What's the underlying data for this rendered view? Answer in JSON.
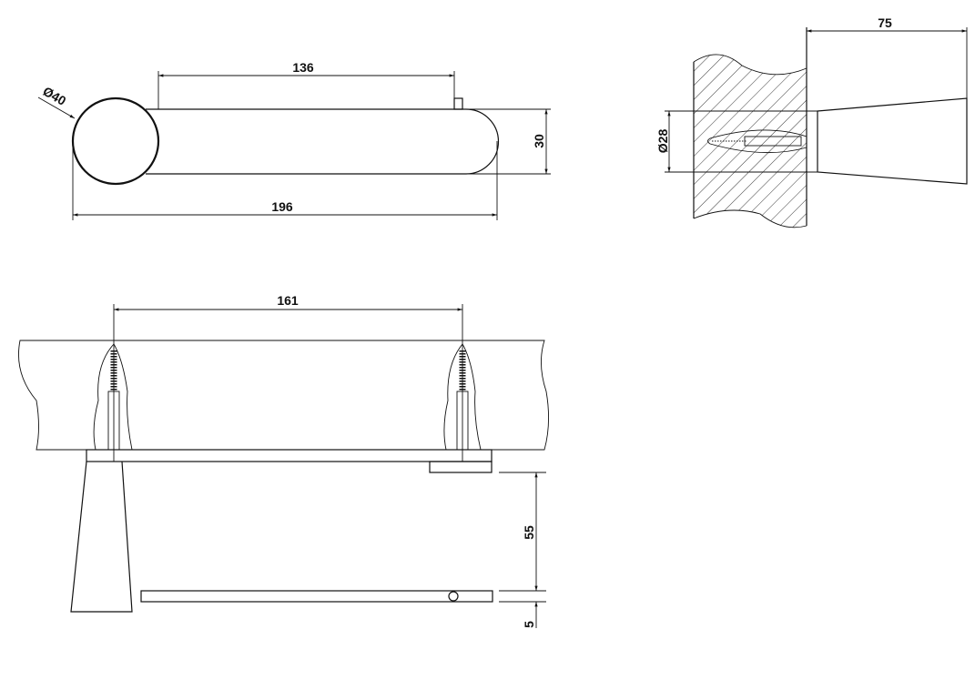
{
  "drawing": {
    "top_view": {
      "diameter_label": "Ø40",
      "center_distance": "136",
      "overall_length": "196",
      "height": "30"
    },
    "side_view": {
      "depth": "75",
      "diameter_label": "Ø28"
    },
    "front_view": {
      "hole_spacing": "161",
      "bar_offset": "55",
      "bar_thickness": "5"
    }
  },
  "colors": {
    "line": "#111111",
    "background": "#ffffff"
  }
}
